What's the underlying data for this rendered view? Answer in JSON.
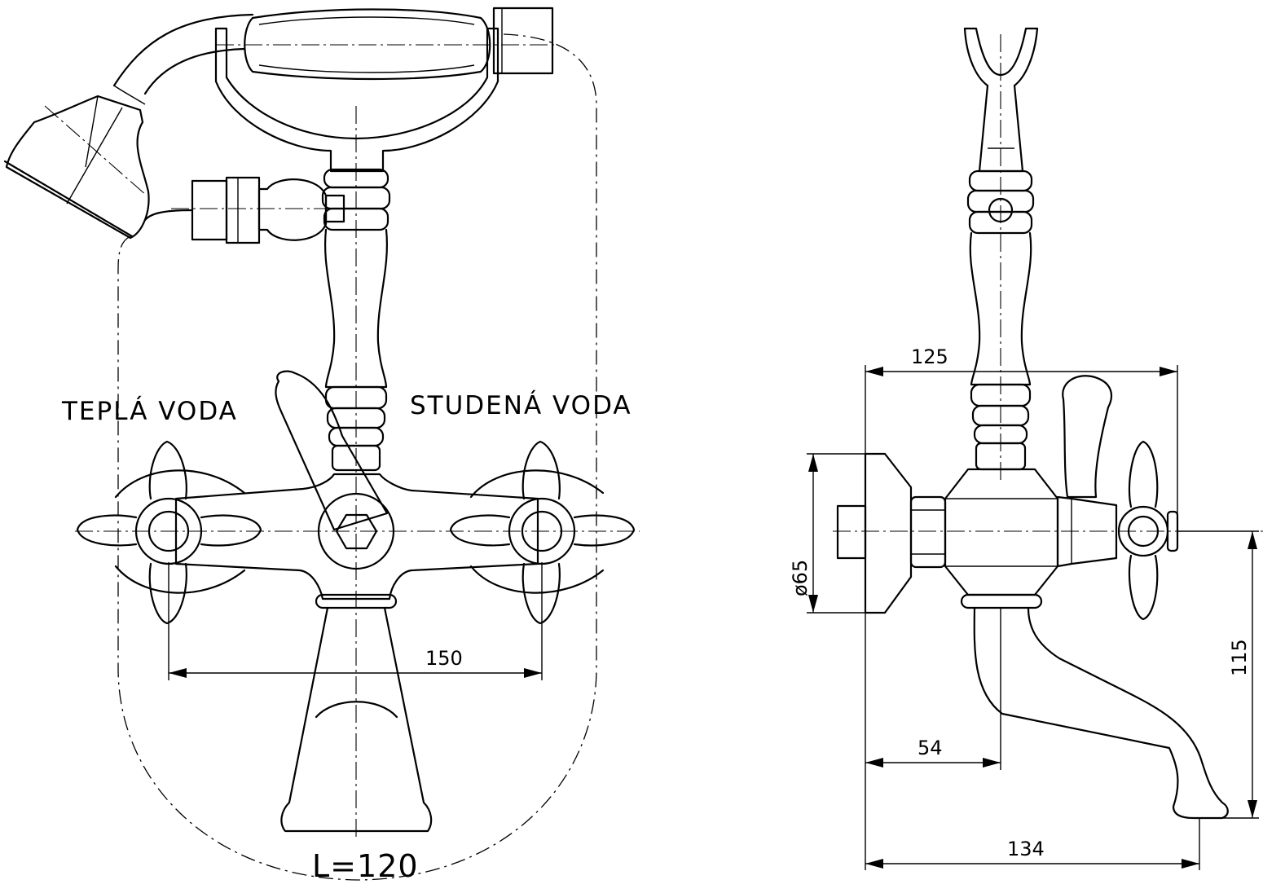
{
  "labels": {
    "warm_water": "TEPLÁ VODA",
    "cold_water": "STUDENÁ VODA",
    "spout_length": "L=120"
  },
  "dimensions": {
    "handle_spacing": "150",
    "total_depth": "125",
    "flange_diameter": "ø65",
    "spout_height": "115",
    "spout_offset": "54",
    "spout_projection": "134"
  }
}
